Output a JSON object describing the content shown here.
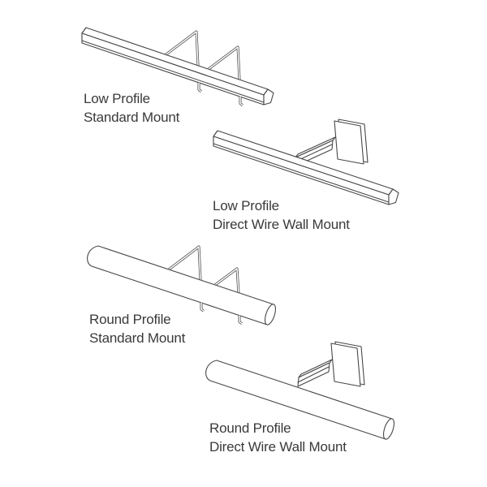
{
  "colors": {
    "line": "#474747",
    "text": "#3a3a3a",
    "background": "#ffffff"
  },
  "labels": [
    {
      "line1": "Low Profile",
      "line2": "Standard Mount"
    },
    {
      "line1": "Low Profile",
      "line2": "Direct Wire Wall Mount"
    },
    {
      "line1": "Round Profile",
      "line2": "Standard Mount"
    },
    {
      "line1": "Round Profile",
      "line2": "Direct Wire Wall Mount"
    }
  ]
}
